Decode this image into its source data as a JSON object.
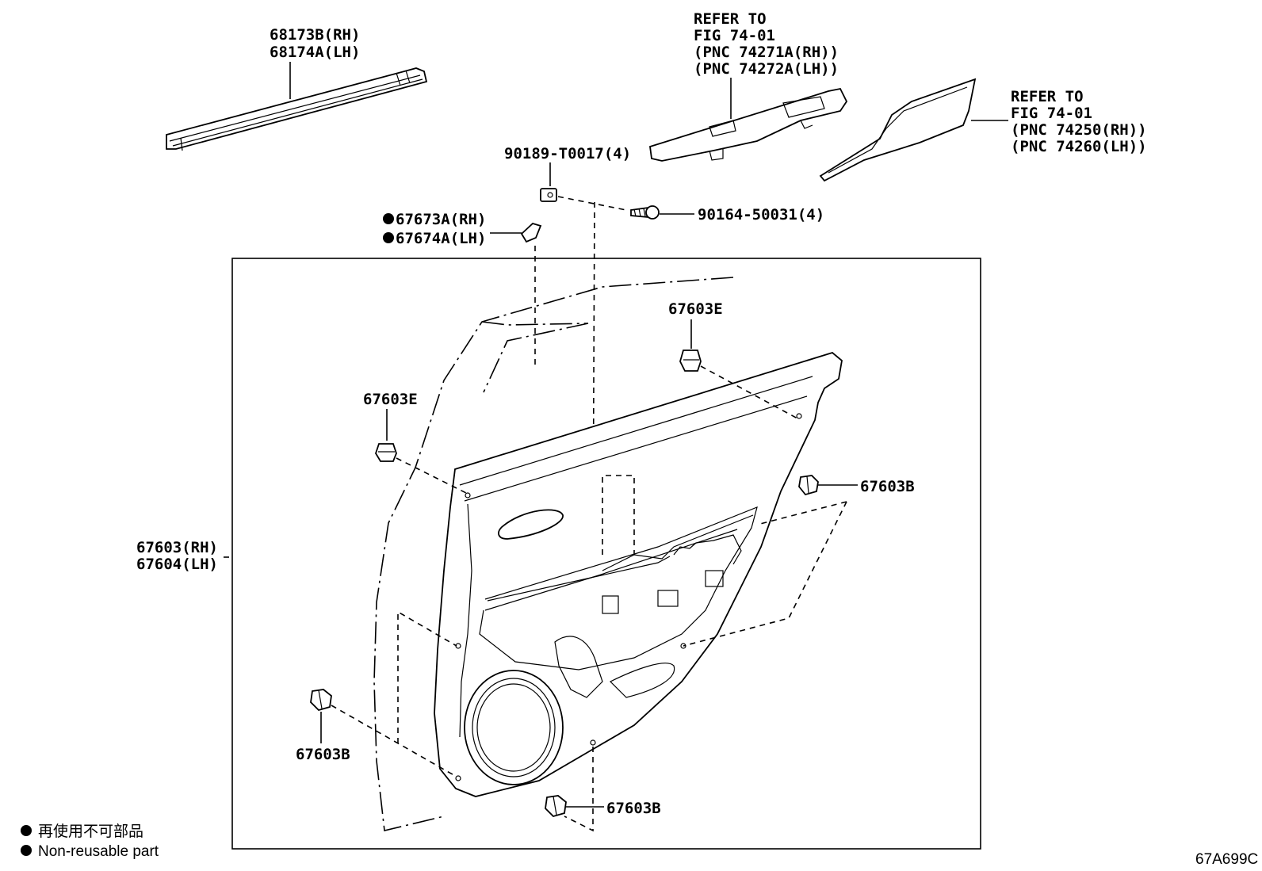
{
  "labels": {
    "weatherstrip_rh": "68173B(RH)",
    "weatherstrip_lh": "68174A(LH)",
    "switch_ref": [
      "REFER TO",
      "FIG 74-01",
      "(PNC 74271A(RH))",
      "(PNC 74272A(LH))"
    ],
    "armrest_ref": [
      "REFER TO",
      "FIG 74-01",
      "(PNC 74250(RH))",
      "(PNC 74260(LH))"
    ],
    "nut": "90189-T0017(4)",
    "screw": "90164-50031(4)",
    "bracket_rh": "67673A(RH)",
    "bracket_lh": "67674A(LH)",
    "clip_e_top": "67603E",
    "clip_e_left": "67603E",
    "clip_b_right": "67603B",
    "clip_b_left": "67603B",
    "clip_b_bottom": "67603B",
    "panel_rh": "67603(RH)",
    "panel_lh": "67604(LH)"
  },
  "legend": {
    "jp": "再使用不可部品",
    "en": "Non-reusable part"
  },
  "figure_code": "67A699C"
}
